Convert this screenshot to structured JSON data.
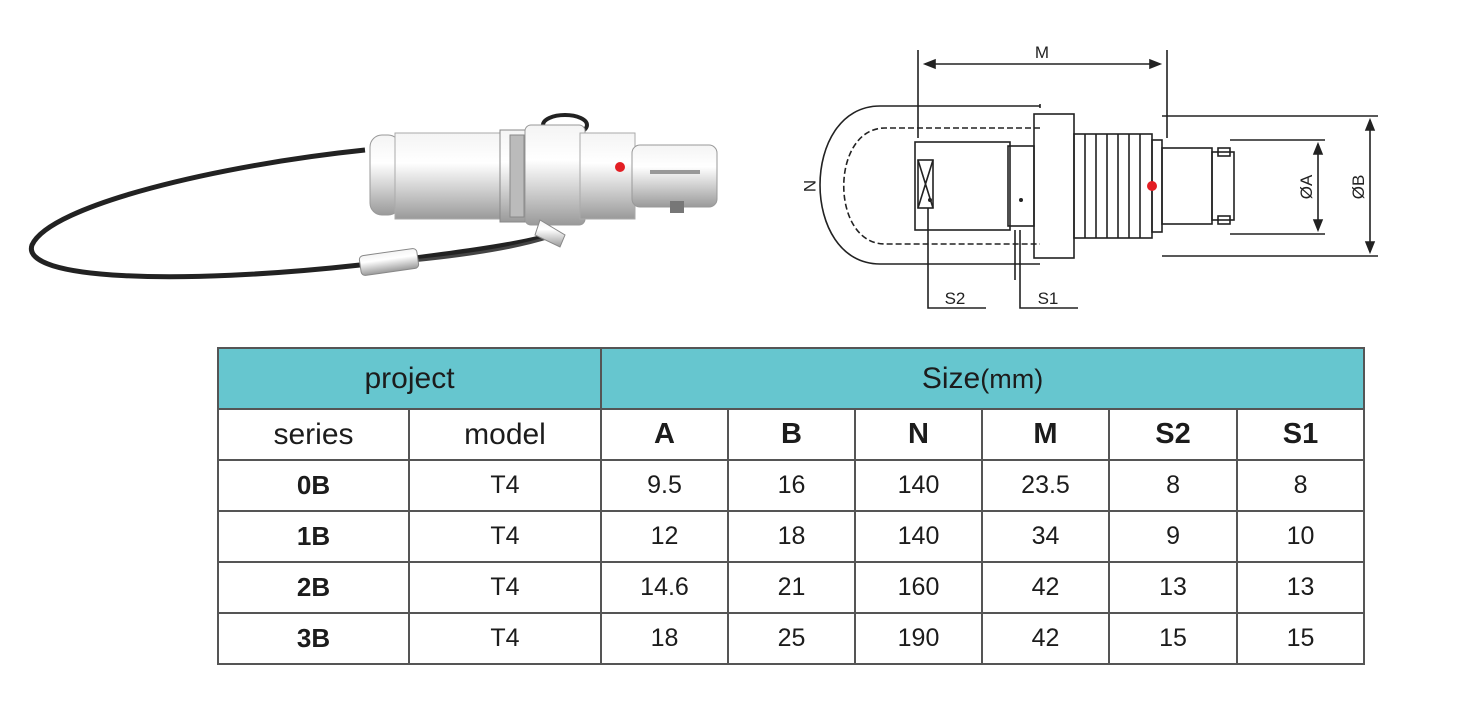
{
  "drawing_labels": {
    "m": "M",
    "n": "N",
    "dia_a": "ØA",
    "dia_b": "ØB",
    "s2": "S2",
    "s1": "S1"
  },
  "table": {
    "header_project": "project",
    "header_size": "Size",
    "header_size_unit": "(mm)",
    "col_series": "series",
    "col_model": "model",
    "dim_cols": [
      "A",
      "B",
      "N",
      "M",
      "S2",
      "S1"
    ],
    "rows": [
      {
        "series": "0B",
        "model": "T4",
        "values": [
          "9.5",
          "16",
          "140",
          "23.5",
          "8",
          "8"
        ]
      },
      {
        "series": "1B",
        "model": "T4",
        "values": [
          "12",
          "18",
          "140",
          "34",
          "9",
          "10"
        ]
      },
      {
        "series": "2B",
        "model": "T4",
        "values": [
          "14.6",
          "21",
          "160",
          "42",
          "13",
          "13"
        ]
      },
      {
        "series": "3B",
        "model": "T4",
        "values": [
          "18",
          "25",
          "190",
          "42",
          "15",
          "15"
        ]
      }
    ]
  },
  "colors": {
    "header_bg": "#66c6cf",
    "marker_red": "#e31e24"
  }
}
